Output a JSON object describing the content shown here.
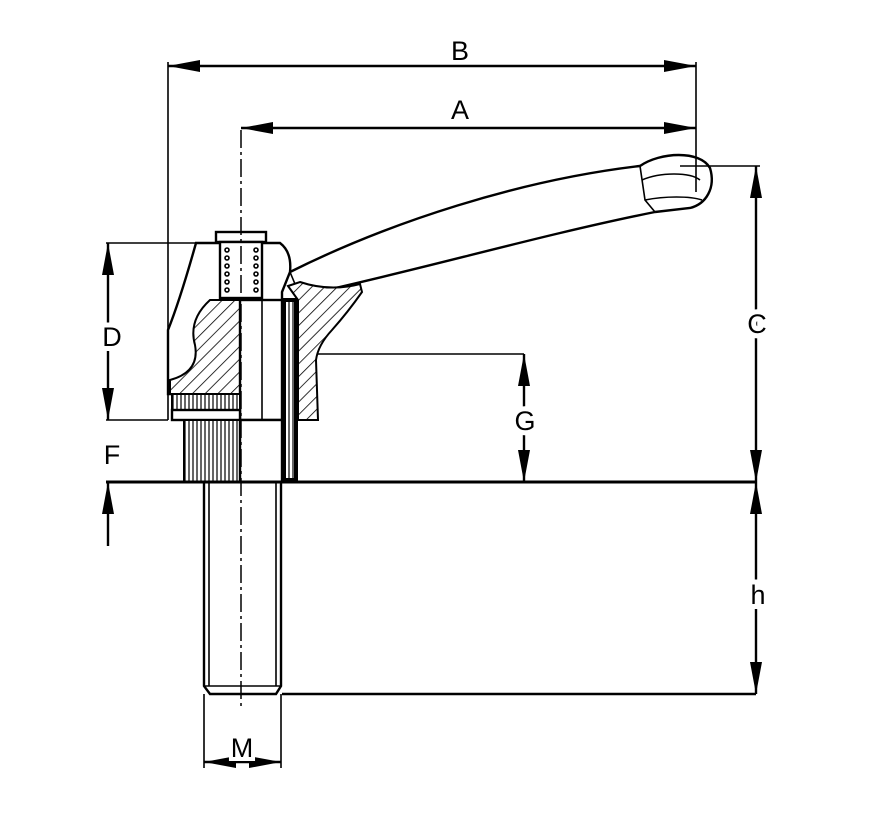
{
  "labels": {
    "A": "A",
    "B": "B",
    "C": "C",
    "D": "D",
    "F": "F",
    "G": "G",
    "h": "h",
    "M": "M"
  }
}
